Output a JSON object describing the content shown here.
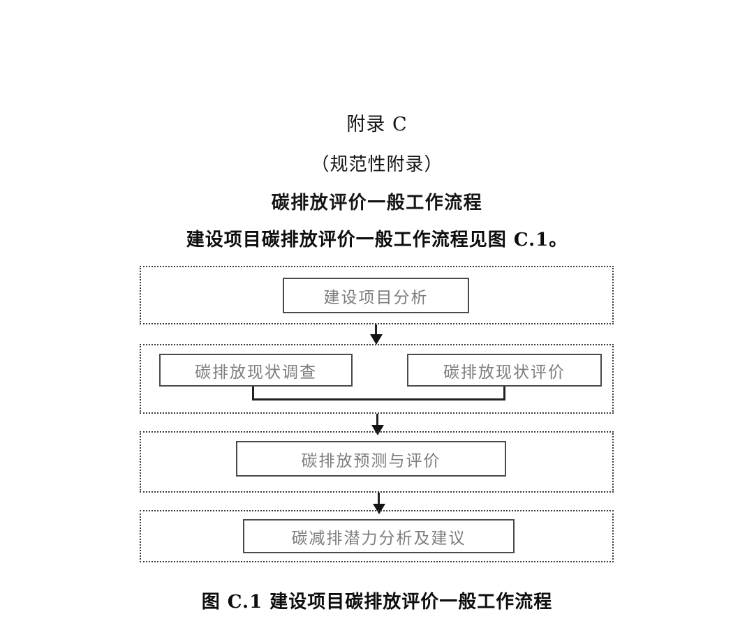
{
  "document": {
    "appendix_label": "附录 C",
    "normative_label": "（规范性附录）",
    "appendix_title": "碳排放评价一般工作流程",
    "intro_paragraph": "建设项目碳排放评价一般工作流程见图 C.1。",
    "figure_caption": "图 C.1  建设项目碳排放评价一般工作流程"
  },
  "flowchart": {
    "type": "flowchart",
    "direction": "top-to-bottom",
    "stage_border_style": "dotted",
    "node_border_color": "#4a4a4a",
    "node_text_color": "#7d7d7d",
    "connector_color": "#141414",
    "stages": [
      {
        "id": "stage-1",
        "nodes": [
          {
            "id": "node-1",
            "label": "建设项目分析"
          }
        ]
      },
      {
        "id": "stage-2",
        "nodes": [
          {
            "id": "node-2a",
            "label": "碳排放现状调查"
          },
          {
            "id": "node-2b",
            "label": "碳排放现状评价"
          }
        ]
      },
      {
        "id": "stage-3",
        "nodes": [
          {
            "id": "node-3",
            "label": "碳排放预测与评价"
          }
        ]
      },
      {
        "id": "stage-4",
        "nodes": [
          {
            "id": "node-4",
            "label": "碳减排潜力分析及建议"
          }
        ]
      }
    ],
    "edges": [
      {
        "from": "stage-1",
        "to": "stage-2",
        "kind": "arrow"
      },
      {
        "from": "node-2a",
        "to": "merge",
        "kind": "line"
      },
      {
        "from": "node-2b",
        "to": "merge",
        "kind": "line"
      },
      {
        "from": "stage-2",
        "to": "stage-3",
        "kind": "arrow"
      },
      {
        "from": "stage-3",
        "to": "stage-4",
        "kind": "arrow"
      }
    ]
  }
}
